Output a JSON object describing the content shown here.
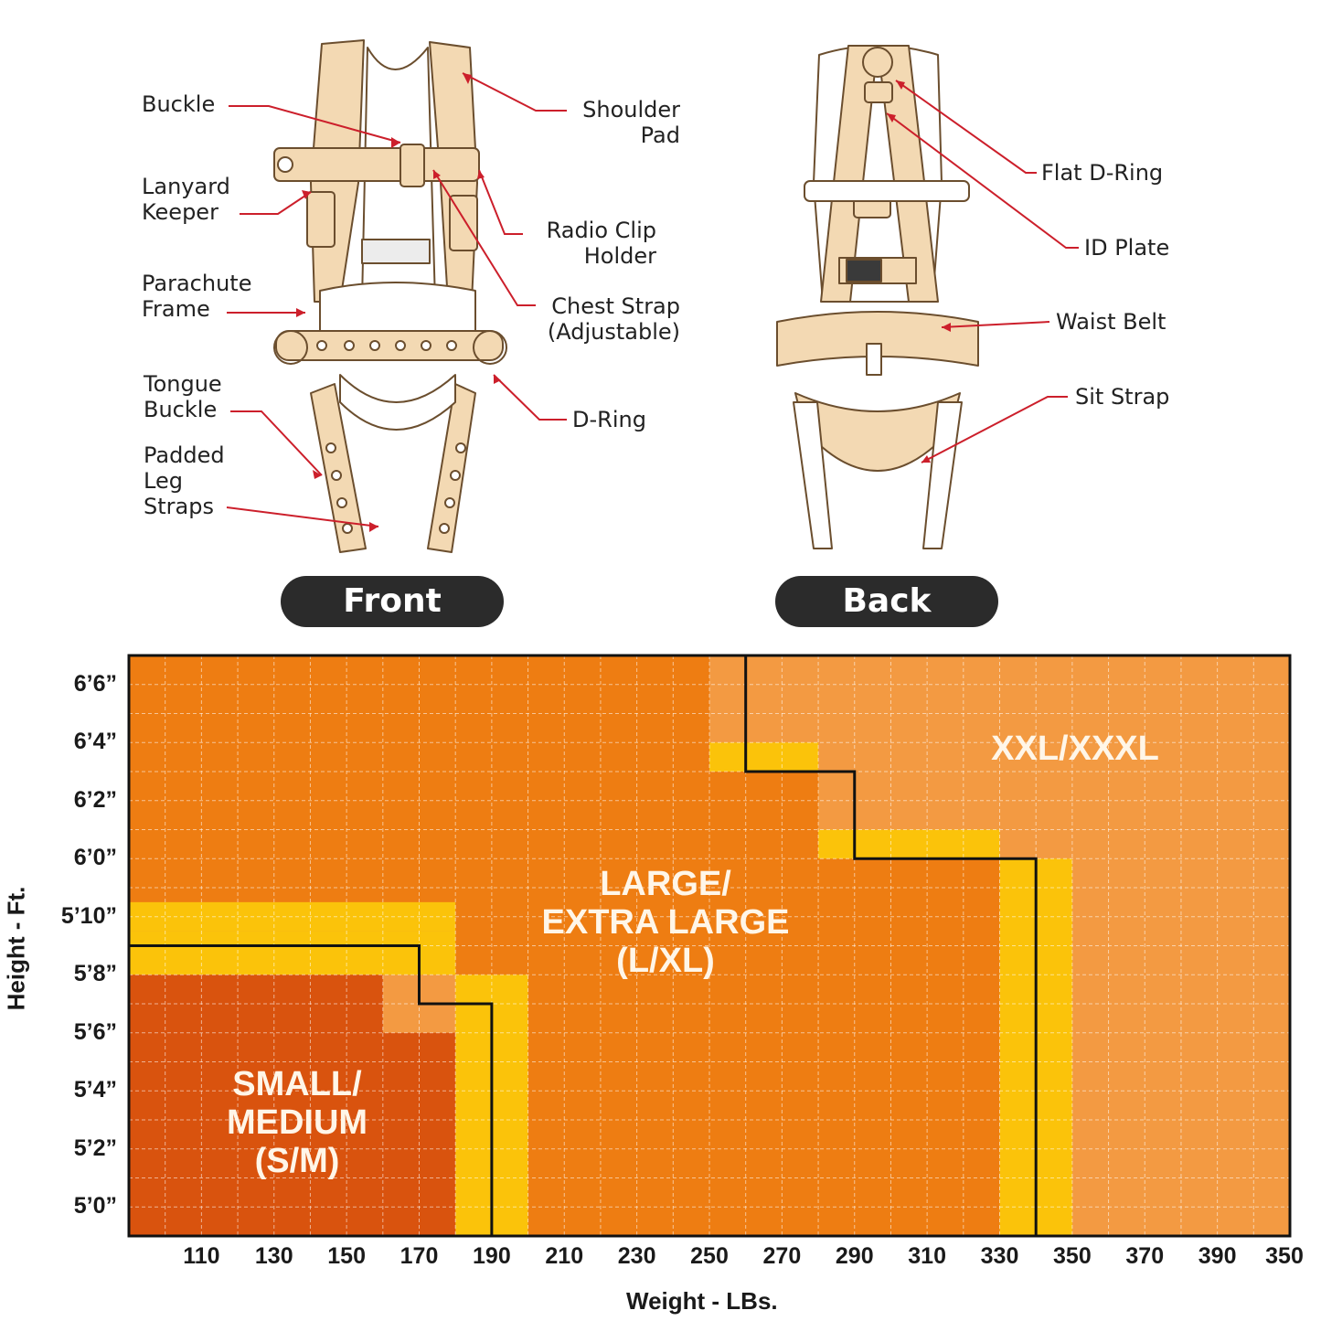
{
  "front_view": {
    "title": "Front",
    "labels": {
      "buckle": "Buckle",
      "lanyard_keeper": [
        "Lanyard",
        "Keeper"
      ],
      "parachute_frame": [
        "Parachute",
        "Frame"
      ],
      "tongue_buckle": [
        "Tongue",
        "Buckle"
      ],
      "padded_leg_straps": [
        "Padded",
        "Leg",
        "Straps"
      ],
      "shoulder_pad": [
        "Shoulder",
        "Pad"
      ],
      "radio_clip_holder": [
        "Radio Clip",
        "Holder"
      ],
      "chest_strap": [
        "Chest Strap",
        "(Adjustable)"
      ],
      "d_ring": "D-Ring"
    }
  },
  "back_view": {
    "title": "Back",
    "labels": {
      "flat_d_ring": "Flat D-Ring",
      "id_plate": "ID Plate",
      "waist_belt": "Waist Belt",
      "sit_strap": "Sit Strap"
    }
  },
  "colors": {
    "harness_fill": "#f3d9b3",
    "harness_line": "#6b4e2e",
    "leader": "#cc1f2b",
    "pill": "#2b2b2b",
    "zone_sm": "#d9530e",
    "zone_lxl": "#ee7d12",
    "zone_xxl": "#f39a42",
    "zone_overlap": "#fbc30a",
    "boundary": "#111111"
  },
  "chart_data": {
    "type": "heatmap",
    "xlabel": "Weight - LBs.",
    "ylabel": "Height - Ft.",
    "x_tick_labels": [
      "110",
      "130",
      "150",
      "170",
      "190",
      "210",
      "230",
      "250",
      "270",
      "290",
      "310",
      "330",
      "350",
      "370",
      "390",
      "350"
    ],
    "y_tick_labels": [
      "6’6”",
      "6’4”",
      "6’2”",
      "6’0”",
      "5’10”",
      "5’8”",
      "5’6”",
      "5’4”",
      "5’2”",
      "5’0”"
    ],
    "xlim_lbs": [
      90,
      410
    ],
    "ylim_inches": [
      59,
      79
    ],
    "zones": [
      {
        "name": "SMALL/ MEDIUM (S/M)",
        "label_lines": [
          "SMALL/",
          "MEDIUM",
          "(S/M)"
        ],
        "max_lbs": 190,
        "max_height_in": 69
      },
      {
        "name": "LARGE/ EXTRA LARGE (L/XL)",
        "label_lines": [
          "LARGE/",
          "EXTRA LARGE",
          "(L/XL)"
        ],
        "max_lbs": 340,
        "max_height_in": 79
      },
      {
        "name": "XXL/XXXL",
        "label_lines": [
          "XXL/XXXL"
        ],
        "max_lbs": 410,
        "max_height_in": 79
      }
    ]
  }
}
